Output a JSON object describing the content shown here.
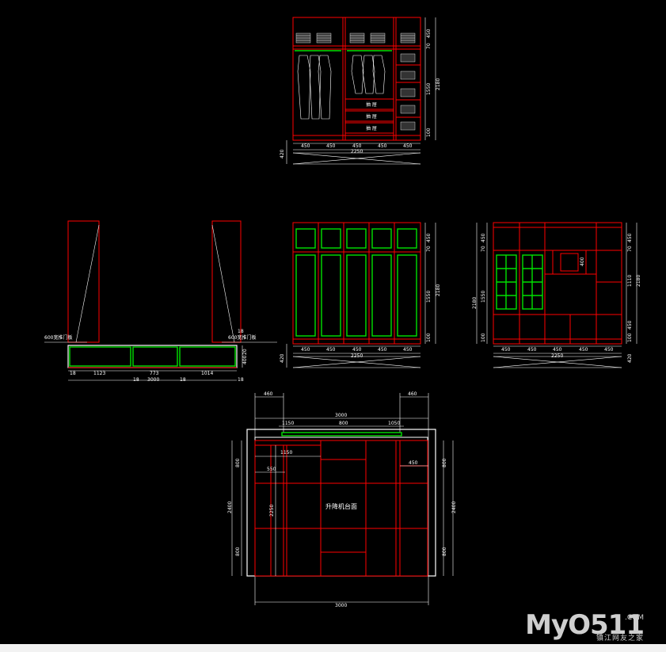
{
  "views": {
    "top_elevation": {
      "widths": [
        "450",
        "450",
        "450",
        "450",
        "450"
      ],
      "total": "2250",
      "heights_right": [
        "450",
        "70",
        "1550",
        "100"
      ],
      "overall_height": "2180",
      "base": "420",
      "drawer_label": "抽 屉"
    },
    "plan": {
      "left_door_label": "600宽推门板",
      "right_door_label": "600宽推门板",
      "right_top_18": "18",
      "depth_20": "20",
      "depth_400": "400",
      "segments": [
        "1123",
        "773",
        "1014"
      ],
      "edge_18": "18",
      "total": "3000"
    },
    "middle_elevation": {
      "widths": [
        "450",
        "450",
        "450",
        "450",
        "450"
      ],
      "total": "2250",
      "heights_right": [
        "450",
        "70",
        "1550",
        "100"
      ],
      "overall_height": "2180",
      "base": "420"
    },
    "right_elevation": {
      "widths": [
        "450",
        "450",
        "450",
        "450",
        "450"
      ],
      "total": "2250",
      "heights_left": [
        "450",
        "70",
        "1550",
        "100"
      ],
      "overall_height_left": "2180",
      "heights_right": [
        "450",
        "70",
        "1110",
        "450",
        "100"
      ],
      "overall_height_right": "2180",
      "inner_dim": "400",
      "base": "420"
    },
    "floor_plan": {
      "top_left": "460",
      "top_right": "460",
      "top_total": "3000",
      "segments": [
        "1150",
        "800",
        "1050"
      ],
      "inner_1150": "1150",
      "inner_550": "550",
      "inner_450": "450",
      "height_2250": "2250",
      "left_total": "2400",
      "left_segments": [
        "800",
        "800"
      ],
      "right_total": "2400",
      "right_segments": [
        "800",
        "800"
      ],
      "bottom_total": "3000",
      "center_label": "升降机台面"
    }
  },
  "watermark": {
    "brand": "MyO511",
    "com": ".COM",
    "sub": "镇江网友之家"
  },
  "colors": {
    "background": "#000000",
    "cabinet_lines": "#ff0000",
    "door_panels": "#00e000",
    "dimensions": "#ffffff"
  }
}
